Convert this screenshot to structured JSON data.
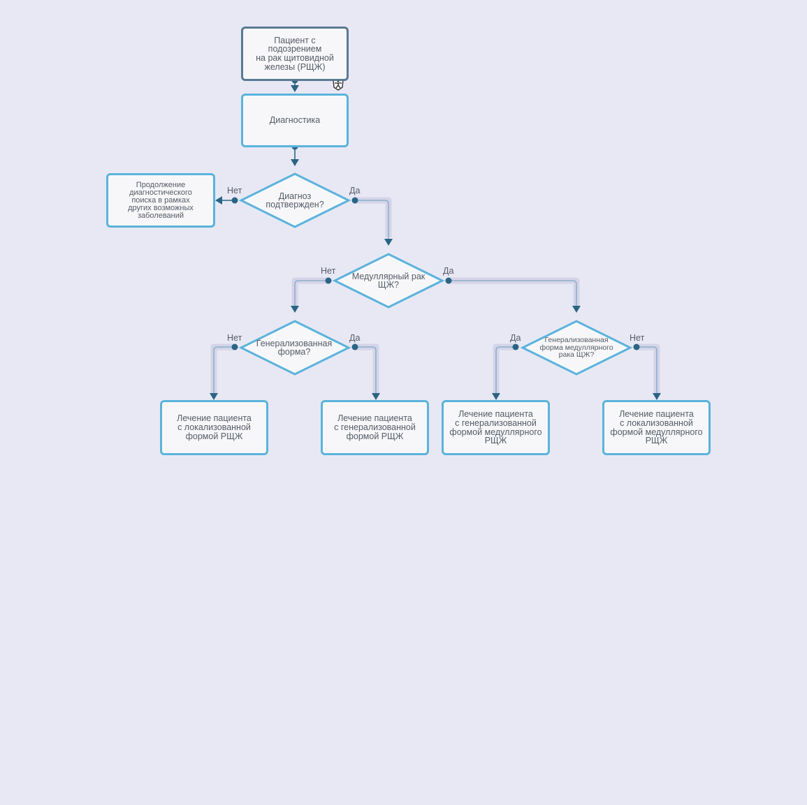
{
  "nodes": {
    "start": "Пациент с\nподозрением\nна рак щитовидной\nжелезы (РЩЖ)",
    "diagnostics": "Диагностика",
    "diag_confirmed": "Диагноз\nподтвержден?",
    "continue_search": "Продолжение\nдиагностического\nпоиска в рамках\nдругих возможных\nзаболеваний",
    "medullary": "Медуллярный рак\nЩЖ?",
    "generalized": "Генерализованная\nформа?",
    "generalized_medullary": "Генерализованная\nформа медуллярного\nрака ЩЖ?",
    "treat_localized": "Лечение пациента\nс локализованной\nформой РЩЖ",
    "treat_generalized": "Лечение пациента\nс генерализованной\nформой РЩЖ",
    "treat_gen_medullary": "Лечение пациента\nс генерализованной\nформой медуллярного\nРЩЖ",
    "treat_loc_medullary": "Лечение пациента\nс локализованной\nформой медуллярного\nРЩЖ"
  },
  "edges": {
    "no1": "Нет",
    "yes1": "Да",
    "no2": "Нет",
    "yes2": "Да",
    "no3": "Нет",
    "yes3": "Да",
    "yes4": "Да",
    "no4": "Нет"
  },
  "icons": {
    "person": "accessibility-person-icon"
  },
  "colors": {
    "background": "#e8e8f4",
    "node_border": "#5bb3dc",
    "start_border": "#5a7a93",
    "node_fill": "#f7f7f9",
    "connector": "#2a6485",
    "edge_line": "#8eb0cc",
    "edge_shadow": "#d4d4e8",
    "text": "#555c66"
  }
}
